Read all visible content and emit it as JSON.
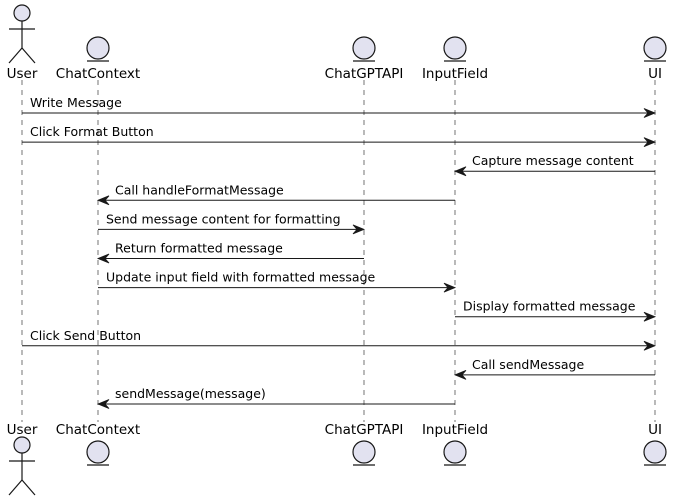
{
  "participants": [
    {
      "id": "user",
      "name": "User",
      "kind": "actor"
    },
    {
      "id": "chatcontext",
      "name": "ChatContext",
      "kind": "entity"
    },
    {
      "id": "chatgptapi",
      "name": "ChatGPTAPI",
      "kind": "entity"
    },
    {
      "id": "inputfield",
      "name": "InputField",
      "kind": "entity"
    },
    {
      "id": "ui",
      "name": "UI",
      "kind": "entity"
    }
  ],
  "messages": [
    {
      "from": "user",
      "to": "ui",
      "text": "Write Message"
    },
    {
      "from": "user",
      "to": "ui",
      "text": "Click Format Button"
    },
    {
      "from": "ui",
      "to": "inputfield",
      "text": "Capture message content"
    },
    {
      "from": "inputfield",
      "to": "chatcontext",
      "text": "Call handleFormatMessage"
    },
    {
      "from": "chatcontext",
      "to": "chatgptapi",
      "text": "Send message content for formatting"
    },
    {
      "from": "chatgptapi",
      "to": "chatcontext",
      "text": "Return formatted message"
    },
    {
      "from": "chatcontext",
      "to": "inputfield",
      "text": "Update input field with formatted message"
    },
    {
      "from": "inputfield",
      "to": "ui",
      "text": "Display formatted message"
    },
    {
      "from": "user",
      "to": "ui",
      "text": "Click Send Button"
    },
    {
      "from": "ui",
      "to": "inputfield",
      "text": "Call sendMessage"
    },
    {
      "from": "inputfield",
      "to": "chatcontext",
      "text": "sendMessage(message)"
    }
  ],
  "colors": {
    "participant_fill": "#e2e2f0",
    "participant_stroke": "#181818",
    "lifeline": "#181818",
    "arrow": "#181818"
  }
}
